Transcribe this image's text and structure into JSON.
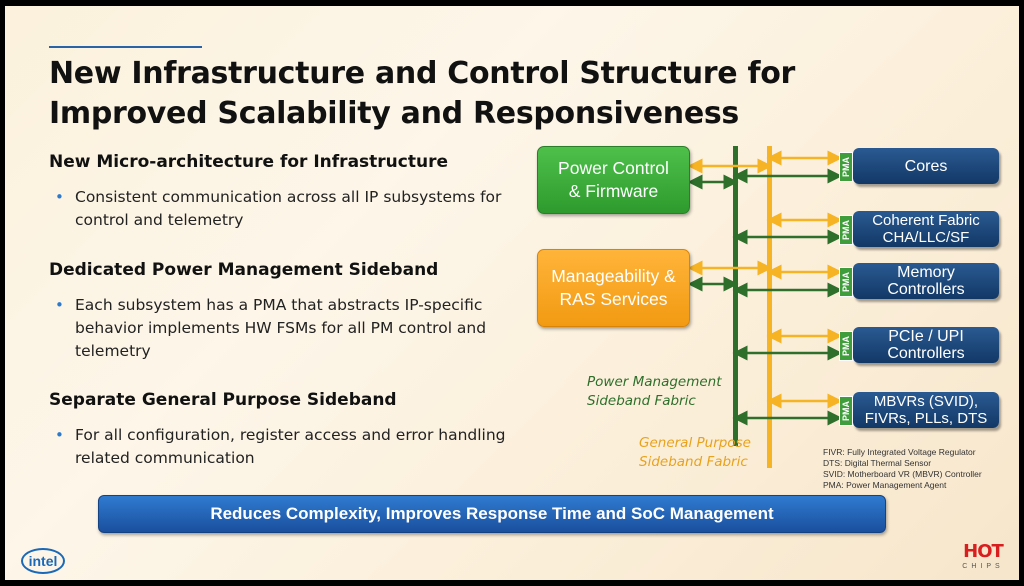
{
  "title": "New Infrastructure and Control Structure for Improved Scalability and Responsiveness",
  "sections": [
    {
      "heading": "New Micro-architecture for Infrastructure",
      "bullet": "Consistent communication across all IP subsystems for control and telemetry"
    },
    {
      "heading": "Dedicated Power Management Sideband",
      "bullet": "Each subsystem has a PMA that abstracts IP-specific behavior implements HW FSMs for all PM control and telemetry"
    },
    {
      "heading": "Separate General Purpose Sideband",
      "bullet": "For all configuration, register access and error handling related communication"
    }
  ],
  "diagram": {
    "sources": [
      {
        "label": "Power Control & Firmware"
      },
      {
        "label": "Manageability & RAS Services"
      }
    ],
    "blocks": [
      {
        "pma": "PMA",
        "label": "Cores"
      },
      {
        "pma": "PMA",
        "label": "Coherent Fabric CHA/LLC/SF"
      },
      {
        "pma": "PMA",
        "label": "Memory Controllers"
      },
      {
        "pma": "PMA",
        "label": "PCIe / UPI Controllers"
      },
      {
        "pma": "PMA",
        "label": "MBVRs (SVID), FIVRs, PLLs, DTS"
      }
    ],
    "pm_fabric": "Power Management Sideband Fabric",
    "gp_fabric": "General Purpose Sideband Fabric",
    "legend": [
      "FIVR: Fully Integrated Voltage Regulator",
      "DTS: Digital Thermal Sensor",
      "SVID: Motherboard VR (MBVR) Controller",
      "PMA: Power Management Agent"
    ],
    "colors": {
      "pm_bus": "#2e6f2c",
      "gp_bus": "#f6b324",
      "block": "#1c4478",
      "pma": "#3f9d3c"
    }
  },
  "banner": "Reduces Complexity, Improves Response Time and SoC Management",
  "logo": "intel",
  "hotchips": {
    "top": "HOT",
    "bottom": "CHIPS"
  }
}
